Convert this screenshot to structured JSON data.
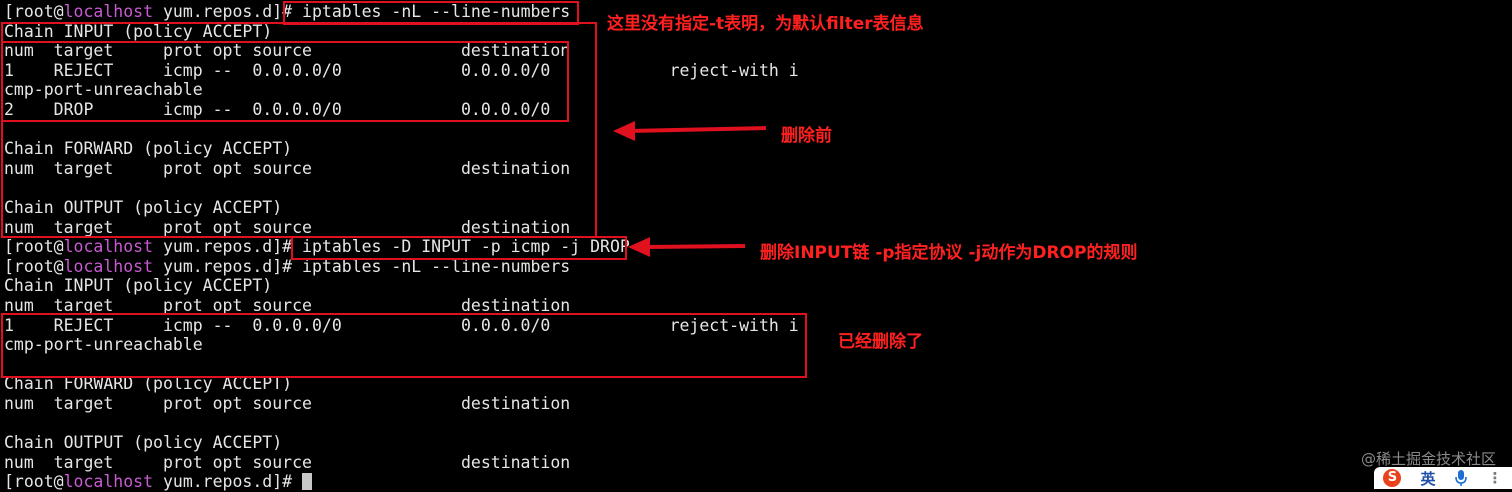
{
  "terminal": {
    "lines": [
      {
        "segments": [
          {
            "t": "[root@"
          },
          {
            "t": "localhost",
            "host": true
          },
          {
            "t": " yum.repos.d]# iptables -nL --line-numbers"
          }
        ]
      },
      {
        "segments": [
          {
            "t": "Chain INPUT (policy ACCEPT)"
          }
        ]
      },
      {
        "segments": [
          {
            "t": "num  target     prot opt source               destination"
          }
        ]
      },
      {
        "segments": [
          {
            "t": "1    REJECT     icmp --  0.0.0.0/0            0.0.0.0/0            reject-with i"
          }
        ]
      },
      {
        "segments": [
          {
            "t": "cmp-port-unreachable"
          }
        ]
      },
      {
        "segments": [
          {
            "t": "2    DROP       icmp --  0.0.0.0/0            0.0.0.0/0"
          }
        ]
      },
      {
        "segments": [
          {
            "t": ""
          }
        ]
      },
      {
        "segments": [
          {
            "t": "Chain FORWARD (policy ACCEPT)"
          }
        ]
      },
      {
        "segments": [
          {
            "t": "num  target     prot opt source               destination"
          }
        ]
      },
      {
        "segments": [
          {
            "t": ""
          }
        ]
      },
      {
        "segments": [
          {
            "t": "Chain OUTPUT (policy ACCEPT)"
          }
        ]
      },
      {
        "segments": [
          {
            "t": "num  target     prot opt source               destination"
          }
        ]
      },
      {
        "segments": [
          {
            "t": "[root@"
          },
          {
            "t": "localhost",
            "host": true
          },
          {
            "t": " yum.repos.d]# iptables -D INPUT -p icmp -j DROP"
          }
        ]
      },
      {
        "segments": [
          {
            "t": "[root@"
          },
          {
            "t": "localhost",
            "host": true
          },
          {
            "t": " yum.repos.d]# iptables -nL --line-numbers"
          }
        ]
      },
      {
        "segments": [
          {
            "t": "Chain INPUT (policy ACCEPT)"
          }
        ]
      },
      {
        "segments": [
          {
            "t": "num  target     prot opt source               destination"
          }
        ]
      },
      {
        "segments": [
          {
            "t": "1    REJECT     icmp --  0.0.0.0/0            0.0.0.0/0            reject-with i"
          }
        ]
      },
      {
        "segments": [
          {
            "t": "cmp-port-unreachable"
          }
        ]
      },
      {
        "segments": [
          {
            "t": ""
          }
        ]
      },
      {
        "segments": [
          {
            "t": "Chain FORWARD (policy ACCEPT)"
          }
        ]
      },
      {
        "segments": [
          {
            "t": "num  target     prot opt source               destination"
          }
        ]
      },
      {
        "segments": [
          {
            "t": ""
          }
        ]
      },
      {
        "segments": [
          {
            "t": "Chain OUTPUT (policy ACCEPT)"
          }
        ]
      },
      {
        "segments": [
          {
            "t": "num  target     prot opt source               destination"
          }
        ]
      },
      {
        "segments": [
          {
            "t": "[root@"
          },
          {
            "t": "localhost",
            "host": true
          },
          {
            "t": " yum.repos.d]# "
          }
        ],
        "cursor": true
      }
    ]
  },
  "annotations": {
    "note_default_table": "这里没有指定-t表明，为默认filter表信息",
    "note_before_delete": "删除前",
    "note_delete_rule": "删除INPUT链 -p指定协议 -j动作为DROP的规则",
    "note_deleted": "已经删除了"
  },
  "watermark": "@稀土掘金技术社区",
  "ime": {
    "logo": "S",
    "lang": "英",
    "more": "⋮"
  },
  "colors": {
    "annotation": "#e0101e",
    "hostname": "#c85ad2",
    "text": "#e6e6e6"
  }
}
